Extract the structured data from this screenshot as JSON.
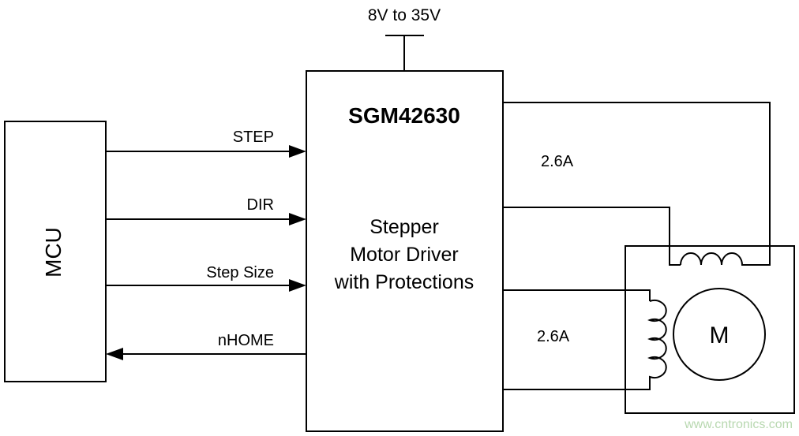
{
  "supply": {
    "label": "8V to 35V"
  },
  "mcu": {
    "label": "MCU"
  },
  "driver": {
    "part": "SGM42630",
    "desc_line1": "Stepper",
    "desc_line2": "Motor Driver",
    "desc_line3": "with Protections"
  },
  "signals": {
    "step": "STEP",
    "dir": "DIR",
    "step_size": "Step Size",
    "nhome": "nHOME"
  },
  "currents": {
    "coil_a": "2.6A",
    "coil_b": "2.6A"
  },
  "motor": {
    "label": "M"
  },
  "watermark": "www.cntronics.com"
}
